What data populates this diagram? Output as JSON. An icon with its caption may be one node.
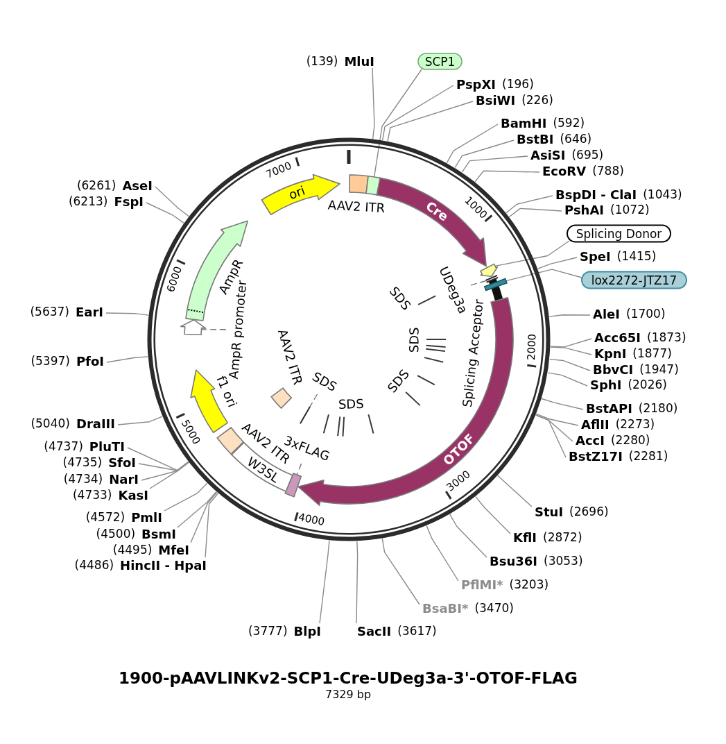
{
  "diagram": {
    "title": "1900-pAAVLINKv2-SCP1-Cre-UDeg3a-3'-OTOF-FLAG",
    "caption": "7329 bp",
    "nodes": [
      {
        "text": [
          "MluI"
        ],
        "beside": [
          "(139)"
        ]
      },
      {
        "text": [
          "SCP1"
        ]
      },
      {
        "text": [
          "PspXI"
        ],
        "beside": [
          "(196)"
        ]
      },
      {
        "text": [
          "BsiWI"
        ],
        "beside": [
          "(226)"
        ]
      },
      {
        "text": [
          "BamHI"
        ],
        "beside": [
          "(592)"
        ]
      },
      {
        "text": [
          "BstBI"
        ],
        "beside": [
          "(646)"
        ]
      },
      {
        "text": [
          "AsiSI"
        ],
        "beside": [
          "(695)"
        ]
      },
      {
        "text": [
          "EcoRV"
        ],
        "beside": [
          "(788)"
        ]
      },
      {
        "text": [
          "BspDI - ClaI"
        ],
        "beside": [
          "(1043)"
        ]
      },
      {
        "text": [
          "PshAI"
        ],
        "beside": [
          "(1072)"
        ]
      },
      {
        "text": [
          "Splicing Donor"
        ]
      },
      {
        "text": [
          "SpeI"
        ],
        "beside": [
          "(1415)"
        ]
      },
      {
        "text": [
          "lox2272-JTZ17"
        ]
      },
      {
        "text": [
          "AleI"
        ],
        "beside": [
          "(1700)"
        ]
      },
      {
        "text": [
          "Acc65I"
        ],
        "beside": [
          "(1873)"
        ]
      },
      {
        "text": [
          "KpnI"
        ],
        "beside": [
          "(1877)"
        ]
      },
      {
        "text": [
          "BbvCI"
        ],
        "beside": [
          "(1947)"
        ]
      },
      {
        "text": [
          "SphI"
        ],
        "beside": [
          "(2026)"
        ]
      },
      {
        "text": [
          "BstAPI"
        ],
        "beside": [
          "(2180)"
        ]
      },
      {
        "text": [
          "AflII"
        ],
        "beside": [
          "(2273)"
        ]
      },
      {
        "text": [
          "AccI"
        ],
        "beside": [
          "(2280)"
        ]
      },
      {
        "text": [
          "BstZ17I"
        ],
        "beside": [
          "(2281)"
        ]
      },
      {
        "text": [
          "StuI"
        ],
        "beside": [
          "(2696)"
        ]
      },
      {
        "text": [
          "KflI"
        ],
        "beside": [
          "(2872)"
        ]
      },
      {
        "text": [
          "Bsu36I"
        ],
        "beside": [
          "(3053)"
        ]
      },
      {
        "text": [
          "PflMI*"
        ],
        "beside": [
          "(3203)"
        ]
      },
      {
        "text": [
          "BsaBI*"
        ],
        "beside": [
          "(3470)"
        ]
      },
      {
        "text": [
          "SacII"
        ],
        "beside": [
          "(3617)"
        ]
      },
      {
        "text": [
          "BlpI"
        ],
        "beside": [
          "(3777)"
        ]
      },
      {
        "text": [
          "HincII - HpaI"
        ],
        "beside": [
          "(4486)"
        ]
      },
      {
        "text": [
          "MfeI"
        ],
        "beside": [
          "(4495)"
        ]
      },
      {
        "text": [
          "BsmI"
        ],
        "beside": [
          "(4500)"
        ]
      },
      {
        "text": [
          "PmlI"
        ],
        "beside": [
          "(4572)"
        ]
      },
      {
        "text": [
          "KasI"
        ],
        "beside": [
          "(4733)"
        ]
      },
      {
        "text": [
          "NarI"
        ],
        "beside": [
          "(4734)"
        ]
      },
      {
        "text": [
          "SfoI"
        ],
        "beside": [
          "(4735)"
        ]
      },
      {
        "text": [
          "PluTI"
        ],
        "beside": [
          "(4737)"
        ]
      },
      {
        "text": [
          "DraIII"
        ],
        "beside": [
          "(5040)"
        ]
      },
      {
        "text": [
          "PfoI"
        ],
        "beside": [
          "(5397)"
        ]
      },
      {
        "text": [
          "EarI"
        ],
        "beside": [
          "(5637)"
        ]
      },
      {
        "text": [
          "FspI"
        ],
        "beside": [
          "(6213)"
        ]
      },
      {
        "text": [
          "AseI"
        ],
        "beside": [
          "(6261)"
        ]
      },
      {
        "text": [
          "ori"
        ]
      },
      {
        "text": [
          "AAV2 ITR"
        ]
      },
      {
        "text": [],
        "shape": "box"
      },
      {
        "text": [
          "Cre"
        ]
      },
      {
        "text": [],
        "shape": "arrow"
      },
      {
        "text": [],
        "shape": "line"
      },
      {
        "text": [],
        "shape": "bar"
      },
      {
        "text": [
          "Splicing Acceptor"
        ]
      },
      {
        "text": [
          "OTOF"
        ]
      },
      {
        "text": [],
        "shape": "box"
      },
      {
        "text": [
          "W3SL"
        ]
      },
      {
        "text": [
          "AAV2 ITR"
        ]
      },
      {
        "text": [
          "f1 ori"
        ]
      },
      {
        "text": [],
        "shape": "arrow"
      },
      {
        "text": [
          "AmpR"
        ]
      },
      {
        "text": [
          "AAV2 ITR"
        ]
      },
      {
        "text": [
          "UDeg3a"
        ]
      },
      {
        "text": [
          "3xFLAG"
        ]
      },
      {
        "text": [
          "AmpR promoter"
        ]
      },
      {
        "text": [
          "SDS"
        ]
      },
      {
        "text": [],
        "shape": "line"
      }
    ],
    "edges": [
      {
        "from": 0,
        "to": null,
        "arrow": "none"
      },
      {
        "from": 1,
        "to": 44,
        "arrow": "none"
      },
      {
        "from": 2,
        "to": null,
        "arrow": "none"
      },
      {
        "from": 3,
        "to": null,
        "arrow": "none"
      },
      {
        "from": 4,
        "to": null,
        "arrow": "none"
      },
      {
        "from": 5,
        "to": null,
        "arrow": "none"
      },
      {
        "from": 6,
        "to": null,
        "arrow": "none"
      },
      {
        "from": 7,
        "to": null,
        "arrow": "none"
      },
      {
        "from": 8,
        "to": null,
        "arrow": "none"
      },
      {
        "from": 9,
        "to": null,
        "arrow": "none"
      },
      {
        "from": 10,
        "to": 46,
        "arrow": "none"
      },
      {
        "from": 11,
        "to": null,
        "arrow": "none"
      },
      {
        "from": 12,
        "to": 48,
        "arrow": "none"
      },
      {
        "from": 13,
        "to": null,
        "arrow": "none"
      },
      {
        "from": 14,
        "to": null,
        "arrow": "none"
      },
      {
        "from": 15,
        "to": null,
        "arrow": "none"
      },
      {
        "from": 16,
        "to": null,
        "arrow": "none"
      },
      {
        "from": 17,
        "to": null,
        "arrow": "none"
      },
      {
        "from": 18,
        "to": null,
        "arrow": "none"
      },
      {
        "from": 19,
        "to": null,
        "arrow": "none"
      },
      {
        "from": 20,
        "to": null,
        "arrow": "none"
      },
      {
        "from": 21,
        "to": null,
        "arrow": "none"
      },
      {
        "from": 22,
        "to": null,
        "arrow": "none"
      },
      {
        "from": 23,
        "to": null,
        "arrow": "none"
      },
      {
        "from": 24,
        "to": null,
        "arrow": "none"
      },
      {
        "from": 25,
        "to": null,
        "arrow": "none"
      },
      {
        "from": 26,
        "to": null,
        "arrow": "none"
      },
      {
        "from": 27,
        "to": null,
        "arrow": "none"
      },
      {
        "from": 28,
        "to": null,
        "arrow": "none"
      },
      {
        "from": 29,
        "to": null,
        "arrow": "none"
      },
      {
        "from": 30,
        "to": null,
        "arrow": "none"
      },
      {
        "from": 31,
        "to": null,
        "arrow": "none"
      },
      {
        "from": 32,
        "to": null,
        "arrow": "none"
      },
      {
        "from": 33,
        "to": null,
        "arrow": "none"
      },
      {
        "from": 34,
        "to": null,
        "arrow": "none"
      },
      {
        "from": 35,
        "to": null,
        "arrow": "none"
      },
      {
        "from": 36,
        "to": null,
        "arrow": "none"
      },
      {
        "from": 37,
        "to": null,
        "arrow": "none"
      },
      {
        "from": 38,
        "to": null,
        "arrow": "none"
      },
      {
        "from": 39,
        "to": null,
        "arrow": "none"
      },
      {
        "from": 40,
        "to": null,
        "arrow": "none"
      },
      {
        "from": 41,
        "to": null,
        "arrow": "none"
      },
      {
        "from": 58,
        "to": 47,
        "arrow": "none",
        "style": "dashed"
      },
      {
        "from": 59,
        "to": 51,
        "arrow": "none",
        "style": "dashed"
      },
      {
        "from": 60,
        "to": 55,
        "arrow": "none",
        "style": "dashed"
      },
      {
        "from": 61,
        "to": 62,
        "arrow": "none",
        "style": "dashed"
      }
    ],
    "labels": [
      "1000",
      "2000",
      "3000",
      "4000",
      "5000",
      "6000",
      "7000",
      "SDS",
      "SDS",
      "SDS",
      "SDS"
    ]
  }
}
